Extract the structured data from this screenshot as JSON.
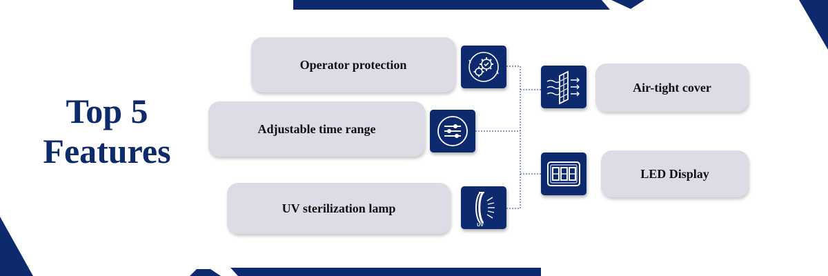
{
  "title": {
    "line1": "Top 5",
    "line2": "Features"
  },
  "features": [
    {
      "label": "Operator protection",
      "icon": "gears-check-icon"
    },
    {
      "label": "Adjustable time range",
      "icon": "sliders-icon"
    },
    {
      "label": "UV sterilization lamp",
      "icon": "uv-lamp-icon"
    },
    {
      "label": "Air-tight cover",
      "icon": "airflow-filter-icon"
    },
    {
      "label": "LED Display",
      "icon": "led-display-icon"
    }
  ],
  "icon_texts": {
    "uv_label": "UV"
  },
  "colors": {
    "navy": "#0e2a6e",
    "pill": "#dcdbe6",
    "title": "#0d2a6b",
    "connector": "#1c3a7a"
  }
}
